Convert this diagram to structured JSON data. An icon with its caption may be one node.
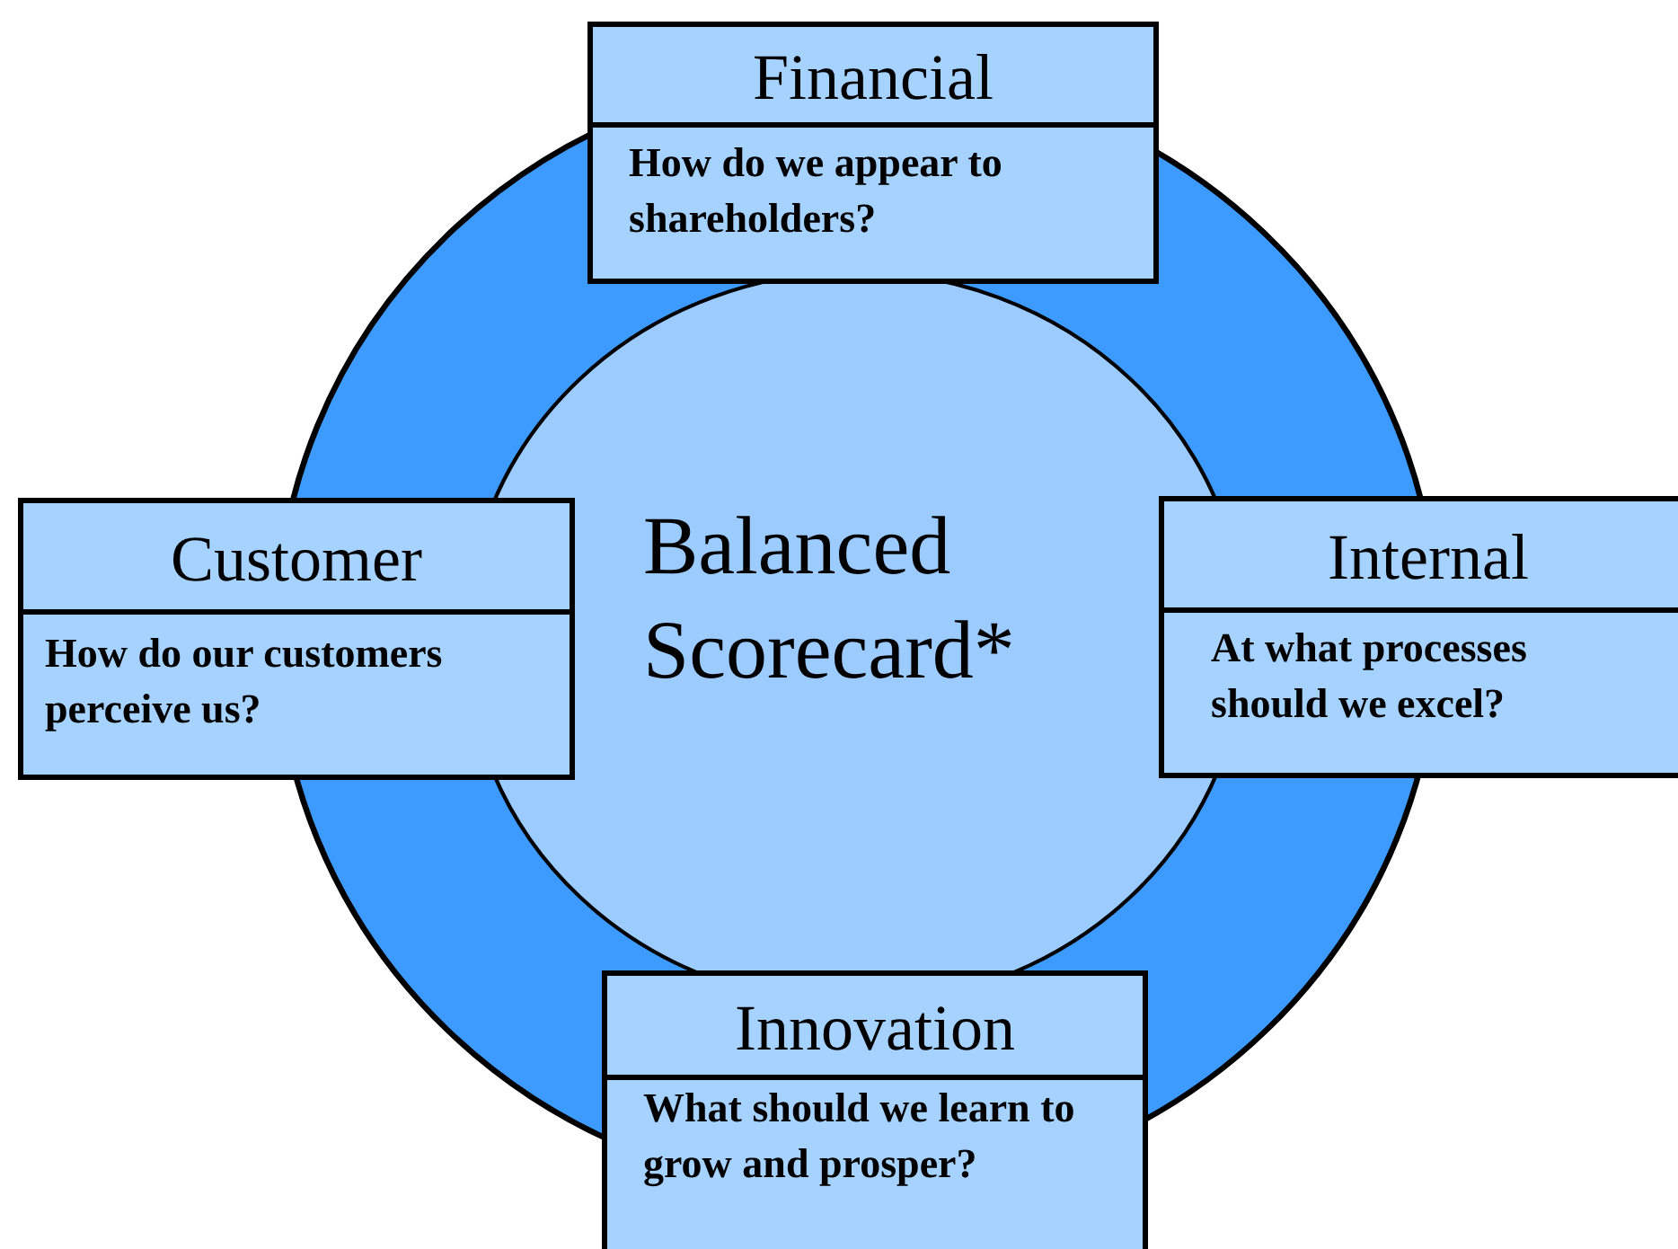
{
  "diagram": {
    "nodes": [
      {
        "text": [],
        "shape": "circle"
      },
      {
        "text": [
          "Balanced Scorecard*"
        ],
        "in": 0
      },
      {
        "text": [
          "Financial",
          "How do we appear to shareholders?"
        ]
      },
      {
        "text": [
          "Customer",
          "How do our customers perceive us?"
        ]
      },
      {
        "text": [
          "Internal",
          "At what processes should we excel?"
        ]
      },
      {
        "text": [
          "Innovation",
          "What should we learn to grow and prosper?"
        ]
      }
    ],
    "edges": []
  }
}
